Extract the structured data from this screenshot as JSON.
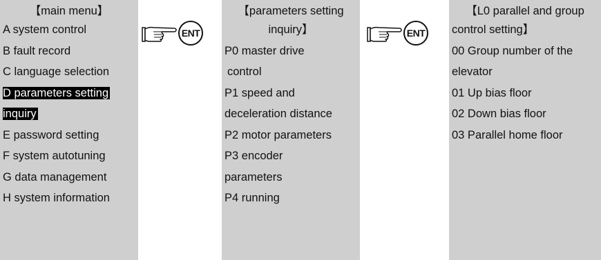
{
  "panel1": {
    "lines": [
      "【main menu】",
      "A system control",
      "B fault record",
      "C language selection",
      "D parameters setting",
      "inquiry",
      "E password setting",
      "F system autotuning",
      "G data management",
      "H system information"
    ]
  },
  "panel2": {
    "lines": [
      "【parameters setting",
      "inquiry】",
      "P0 master drive",
      "control",
      "P1 speed and",
      "deceleration distance",
      "P2 motor parameters",
      "P3 encoder",
      "parameters",
      "P4 running"
    ]
  },
  "panel3": {
    "lines": [
      "【L0 parallel and group",
      "control setting】",
      "00 Group number of the",
      "elevator",
      "01 Up bias floor",
      "02 Down bias floor",
      "03 Parallel home floor"
    ]
  },
  "keys": {
    "ent1": "ENT",
    "ent2": "ENT"
  },
  "icons": [
    "pointing-hand-icon",
    "ent-key-icon"
  ],
  "colors": {
    "panel_bg": "#cfcfcf",
    "highlight_bg": "#000000",
    "highlight_fg": "#ffffff"
  }
}
